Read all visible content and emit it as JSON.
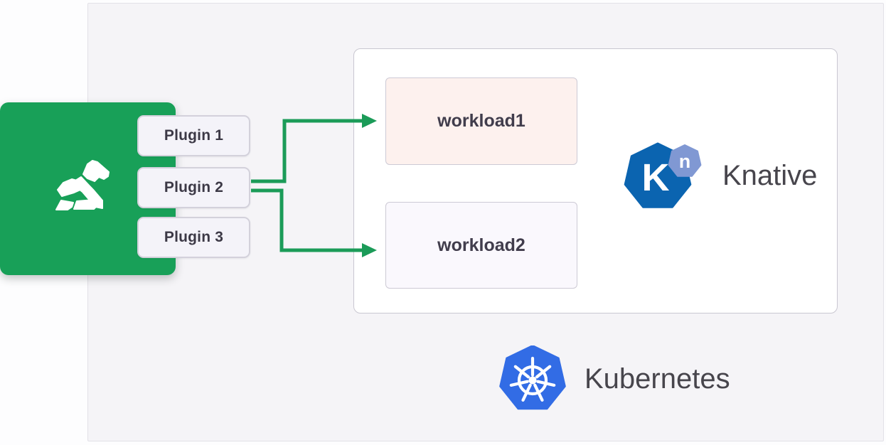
{
  "diagram": {
    "kong": {
      "icon": "kong-gorilla-icon"
    },
    "plugins": [
      {
        "label": "Plugin 1"
      },
      {
        "label": "Plugin 2"
      },
      {
        "label": "Plugin 3"
      }
    ],
    "connectors": {
      "from": "Plugin 2",
      "to": [
        "workload1",
        "workload2"
      ],
      "icon": "arrow-right-icon"
    },
    "cluster": {
      "workloads": [
        {
          "label": "workload1"
        },
        {
          "label": "workload2"
        }
      ],
      "knative": {
        "label": "Knative",
        "k_letter": "K",
        "n_letter": "n",
        "icon": "knative-heptagon-icon"
      }
    },
    "kubernetes": {
      "label": "Kubernetes",
      "icon": "kubernetes-helm-icon"
    },
    "colors": {
      "kong_green": "#18a058",
      "connector_green": "#1b9b58",
      "knative_blue": "#0b64b0",
      "knative_badge_blue": "#8098d3",
      "kubernetes_blue": "#326ce5",
      "panel_bg": "#f5f4f7",
      "workload1_bg": "#fdf1ee",
      "workload2_bg": "#faf8fd",
      "plugin_bg": "#f4f3f9"
    }
  }
}
